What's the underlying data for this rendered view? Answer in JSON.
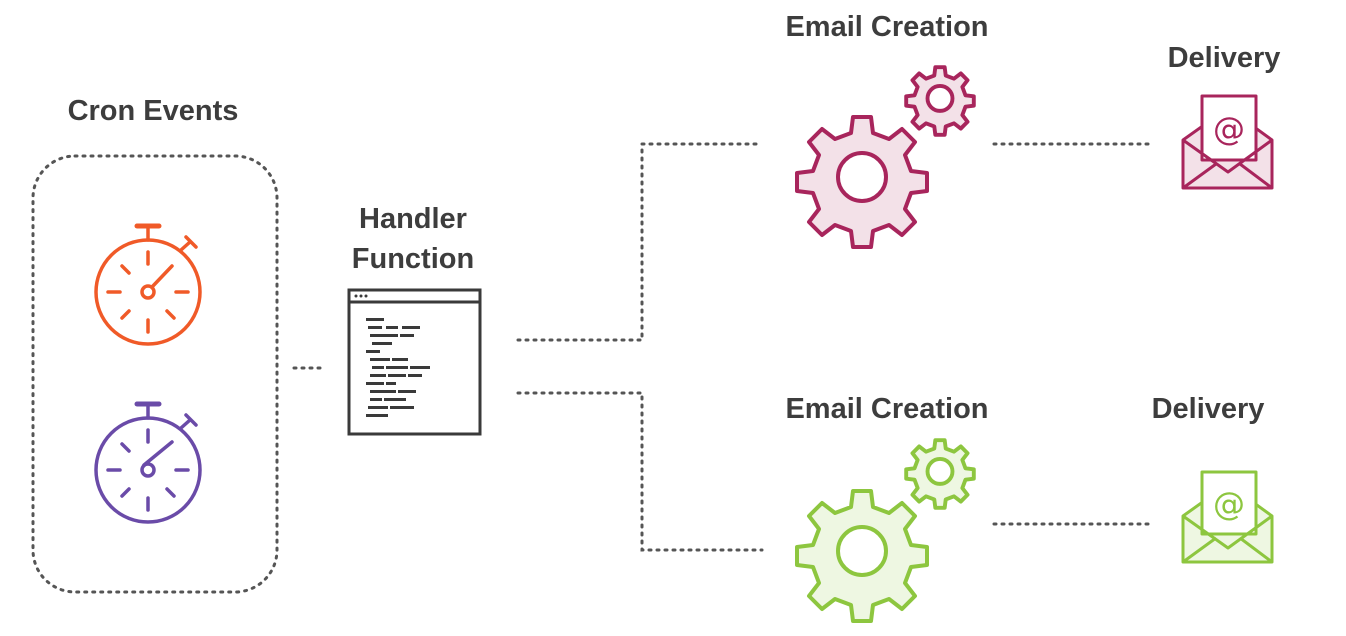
{
  "labels": {
    "cron_events": "Cron Events",
    "handler_line1": "Handler",
    "handler_line2": "Function",
    "email_creation_top": "Email Creation",
    "delivery_top": "Delivery",
    "email_creation_bottom": "Email Creation",
    "delivery_bottom": "Delivery"
  },
  "colors": {
    "text": "#3d3d3d",
    "connector": "#555555",
    "stopwatch_top": "#f05a28",
    "stopwatch_bottom": "#6a4ba8",
    "email_top": "#a8255c",
    "email_top_fill": "#f3e1e8",
    "email_bottom": "#8dc63f",
    "email_bottom_fill": "#eef7e2",
    "handler_window": "#3a3a3a"
  },
  "icons": {
    "stopwatch_top": "stopwatch-icon",
    "stopwatch_bottom": "stopwatch-icon",
    "handler": "code-window-icon",
    "gears_top": "gears-icon",
    "gears_bottom": "gears-icon",
    "envelope_top": "email-envelope-icon",
    "envelope_bottom": "email-envelope-icon"
  }
}
